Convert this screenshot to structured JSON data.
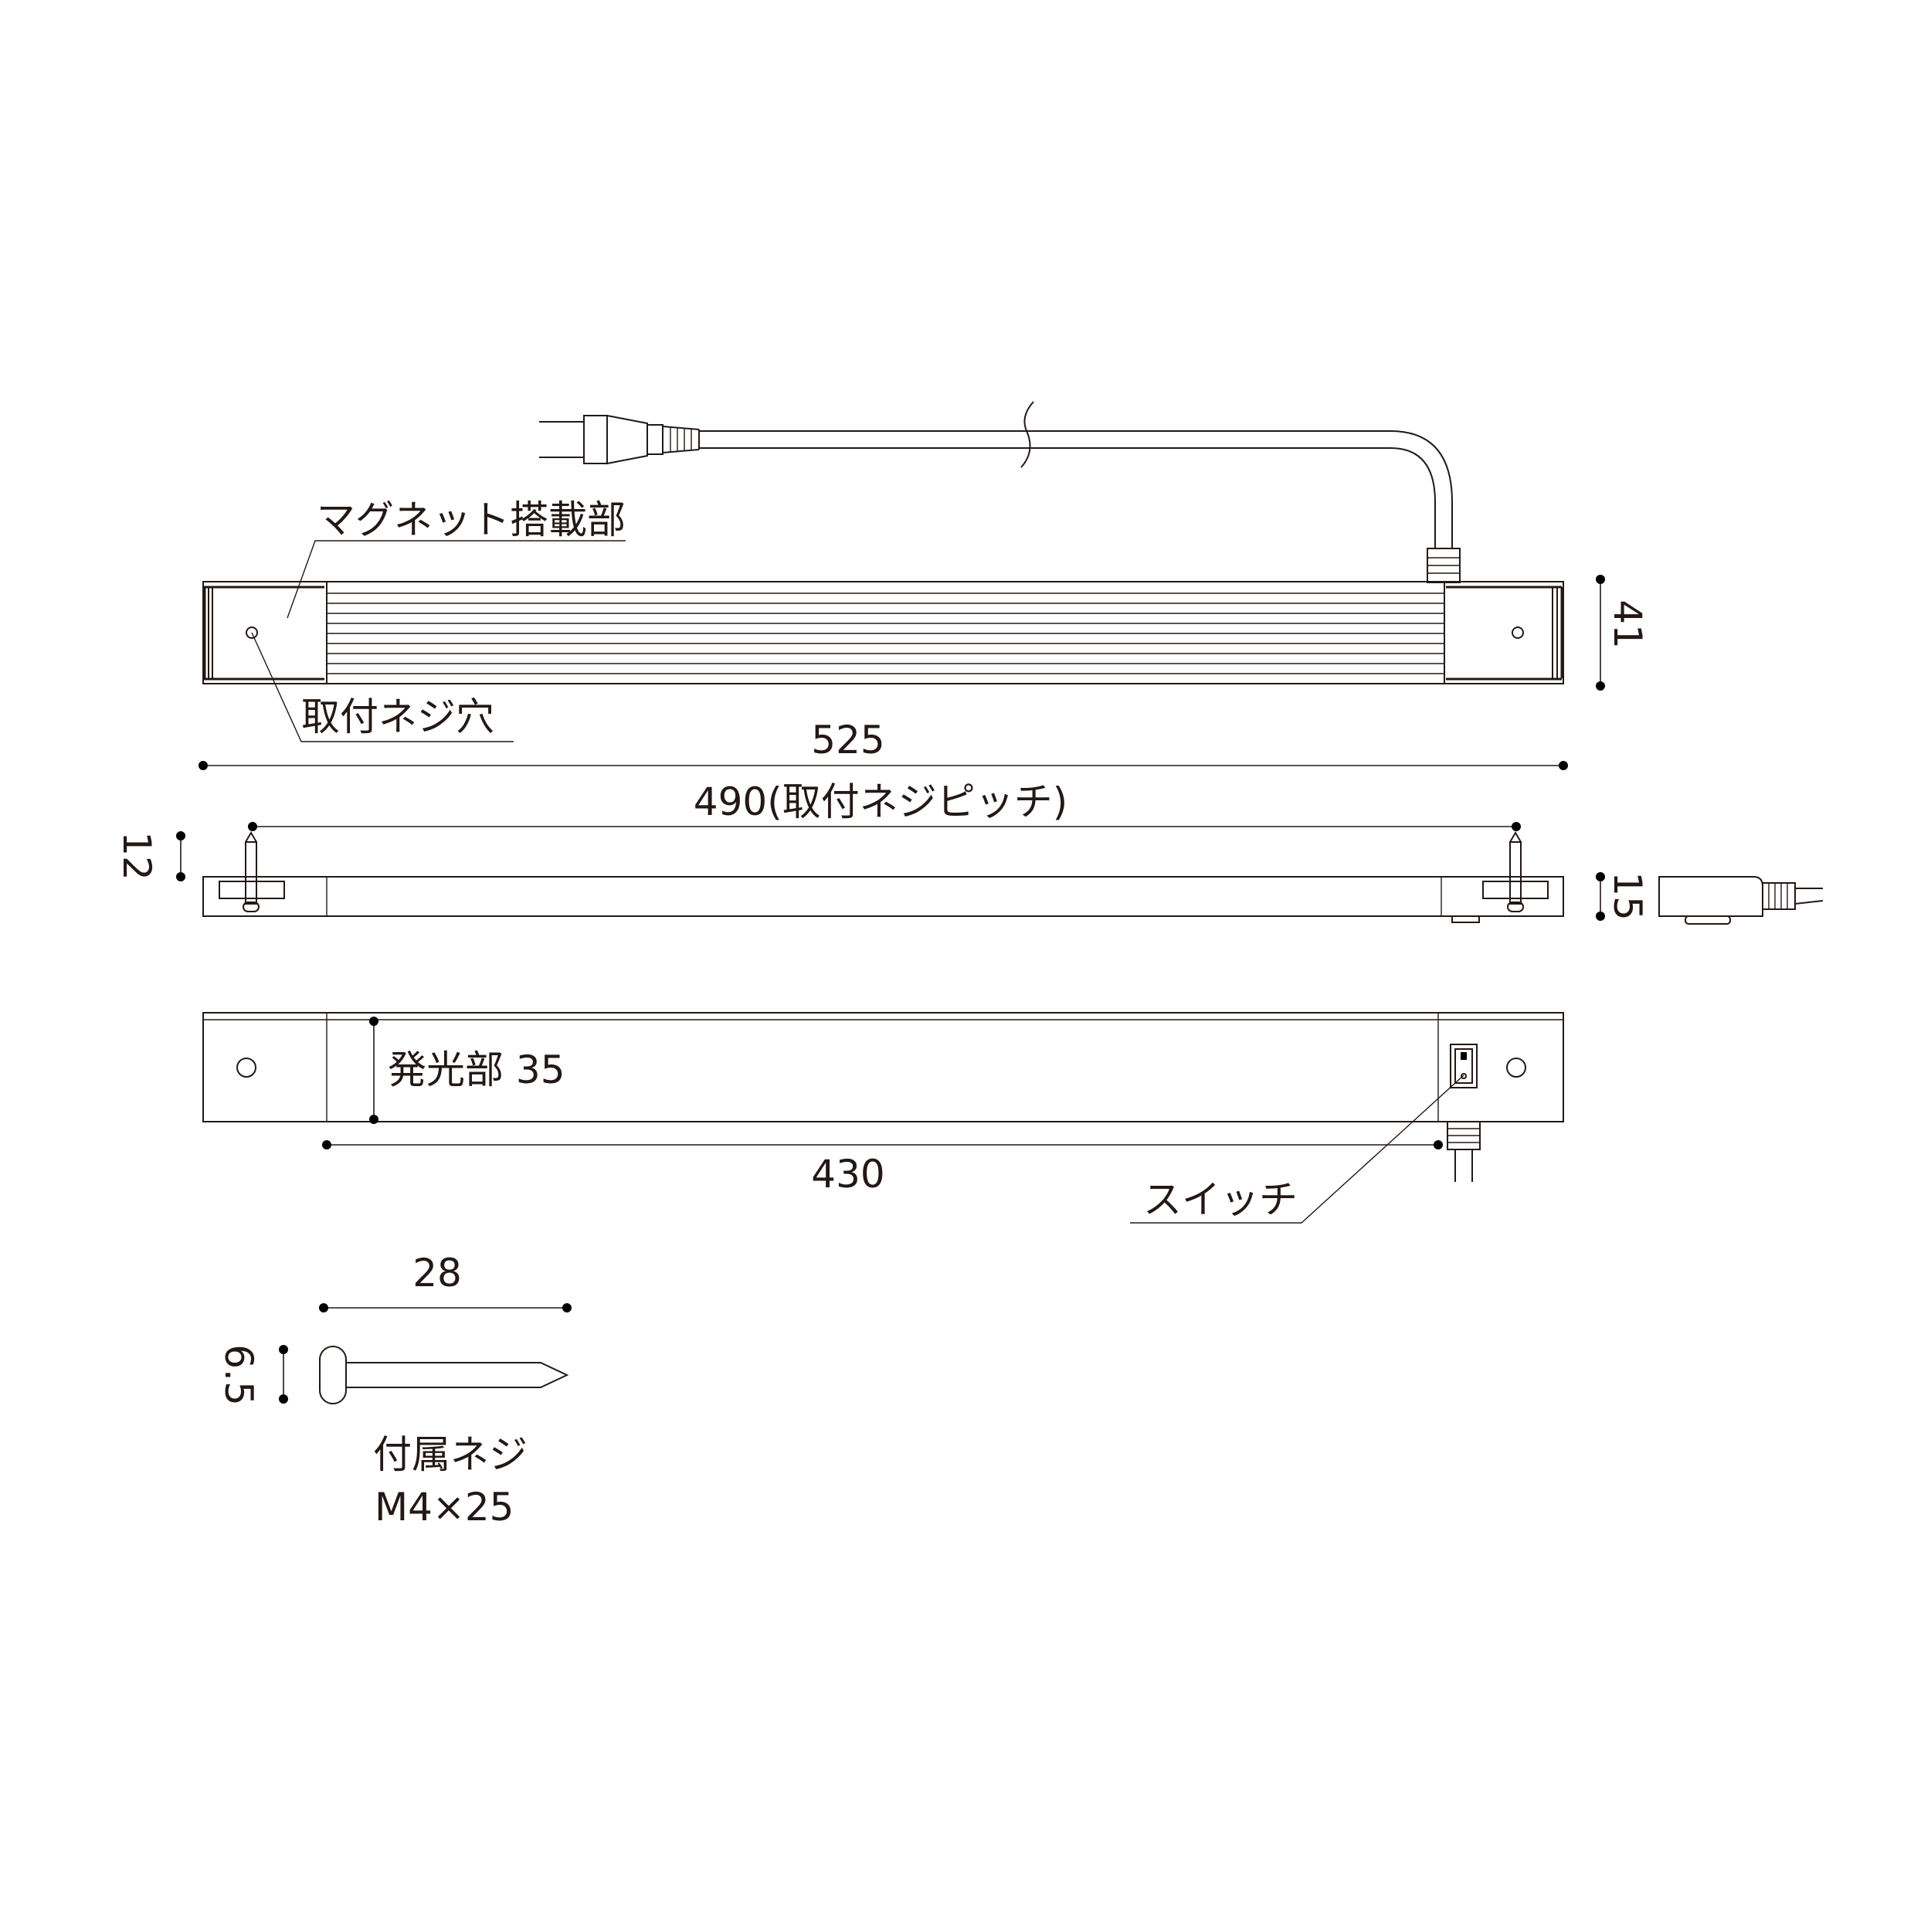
{
  "labels": {
    "magnet_mount": "マグネット搭載部",
    "mounting_screw_hole": "取付ネジ穴",
    "switch": "スイッチ",
    "included_screw_line1": "付属ネジ",
    "included_screw_line2": "M4×25"
  },
  "dimensions": {
    "total_length": "525",
    "screw_pitch": "490",
    "screw_pitch_note": "(取付ネジピッチ)",
    "depth": "41",
    "screw_protrusion": "12",
    "height": "15",
    "emitting_width": "発光部 35",
    "emitting_length": "430",
    "screw_length": "28",
    "screw_head": "6.5"
  }
}
